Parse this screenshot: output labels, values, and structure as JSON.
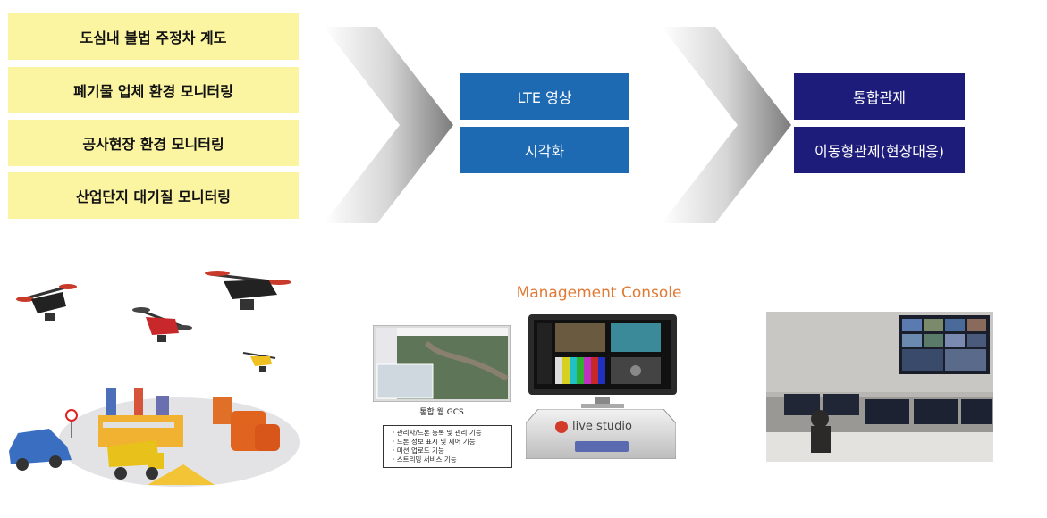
{
  "use_cases": [
    "도심내 불법 주정차 계도",
    "폐기물 업체 환경 모니터링",
    "공사현장 환경 모니터링",
    "산업단지 대기질 모니터링"
  ],
  "tech": [
    "LTE 영상",
    "시각화"
  ],
  "control": [
    "통합관제",
    "이동형관제(현장대응)"
  ],
  "console": {
    "title": "Management Console",
    "gcs_caption": "통합 웹 GCS",
    "features": [
      "· 관리자/드론 등록 및 관리 기능",
      "· 드론 정보 표시 및 제어 기능",
      "· 미션 업로드 기능",
      "· 스트리밍 서비스 기능"
    ],
    "device_logo": "live studio"
  },
  "colors": {
    "yellow": "#fbf4a0",
    "blue": "#1d6ab3",
    "navy": "#1e1c7a",
    "orange": "#e07a35"
  }
}
